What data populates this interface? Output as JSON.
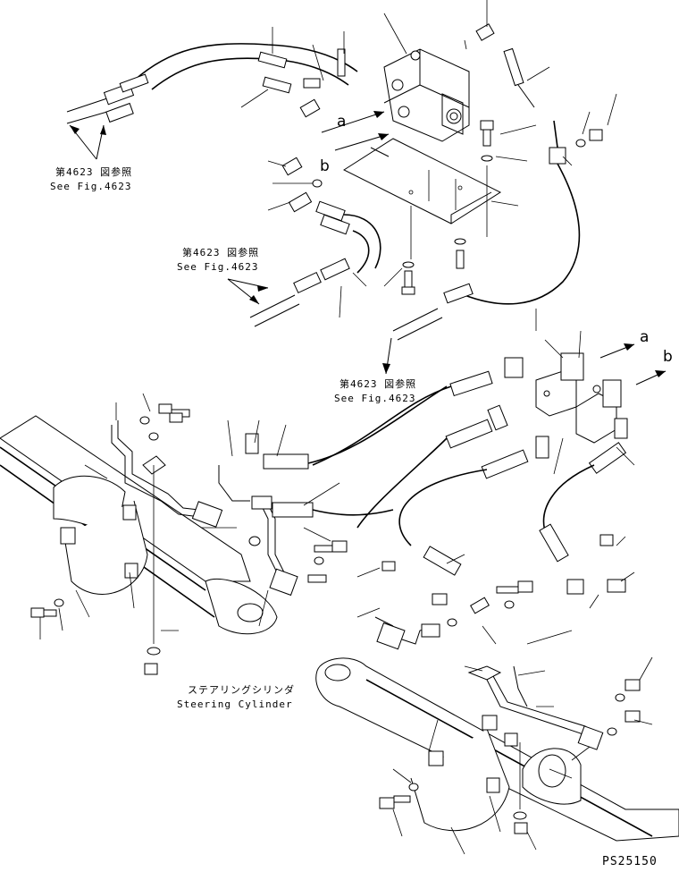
{
  "references": [
    {
      "id": "ref-1",
      "jp": "第4623 図参照",
      "en": "See Fig.4623"
    },
    {
      "id": "ref-2",
      "jp": "第4623 図参照",
      "en": "See Fig.4623"
    },
    {
      "id": "ref-3",
      "jp": "第4623 図参照",
      "en": "See Fig.4623"
    }
  ],
  "component_label": {
    "jp": "ステアリングシリンダ",
    "en": "Steering Cylinder"
  },
  "connection_markers": {
    "a": "a",
    "b": "b"
  },
  "figure_code": "PS25150"
}
